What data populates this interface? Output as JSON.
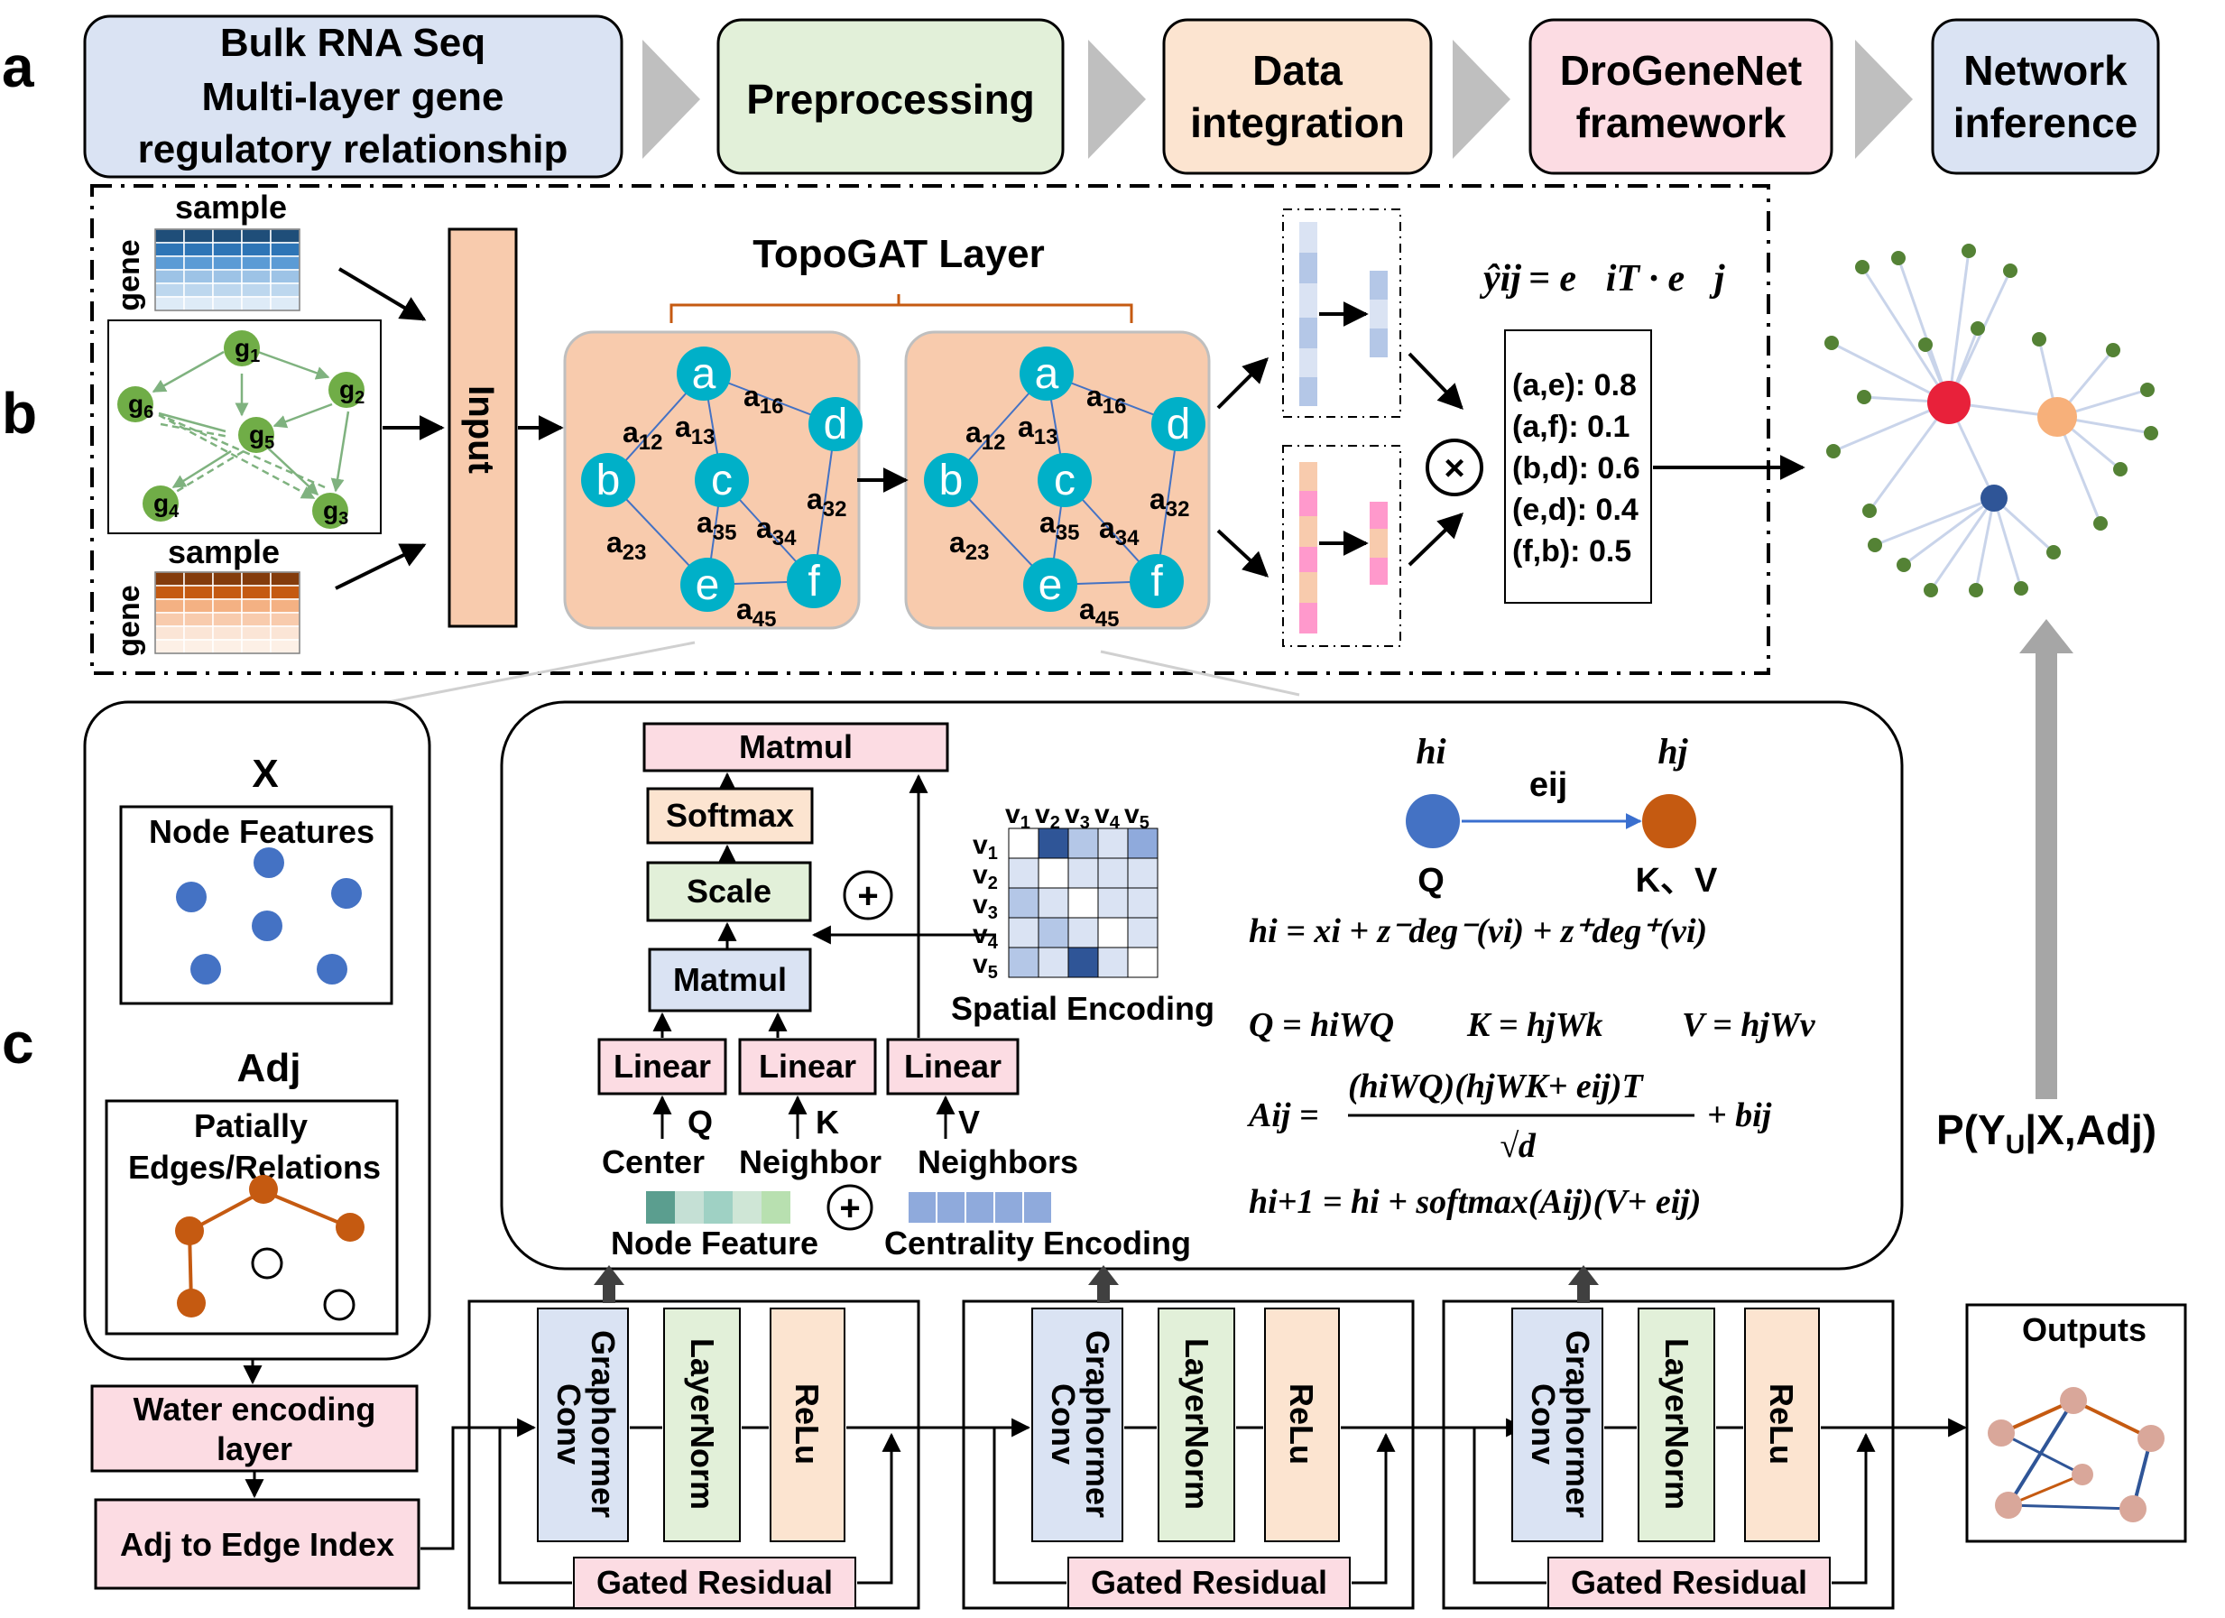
{
  "panel_labels": {
    "a": "a",
    "b": "b",
    "c": "c"
  },
  "pipeline": {
    "step1_line1": "Bulk RNA Seq",
    "step1_line2": "Multi-layer gene",
    "step1_line3": "regulatory relationship",
    "step2": "Preprocessing",
    "step3_line1": "Data",
    "step3_line2": "integration",
    "step4_line1": "DroGeneNet",
    "step4_line2": "framework",
    "step5_line1": "Network",
    "step5_line2": "inference",
    "colors": {
      "step1": "#dae3f3",
      "step2": "#e2f0d9",
      "step3": "#fce4d0",
      "step4": "#fcdce3",
      "step5": "#dae3f3"
    }
  },
  "panel_b": {
    "sample_label": "sample",
    "gene_label": "gene",
    "input_label": "Input",
    "topogat_title": "TopoGAT Layer",
    "gene_nodes": [
      "g1",
      "g2",
      "g3",
      "g4",
      "g5",
      "g6"
    ],
    "graph_nodes": [
      "a",
      "b",
      "c",
      "d",
      "e",
      "f"
    ],
    "edge_labels": [
      "a12",
      "a13",
      "a16",
      "a23",
      "a32",
      "a34",
      "a35",
      "a45"
    ],
    "formula_lhs": "ŷij",
    "formula_rhs": "= e⃗iT · e⃗j",
    "scores": [
      "(a,e): 0.8",
      "(a,f): 0.1",
      "(b,d): 0.6",
      "(e,d): 0.4",
      "(f,b): 0.5"
    ],
    "multiply_symbol": "×"
  },
  "panel_c_left": {
    "x_title": "X",
    "node_features": "Node Features",
    "adj_title": "Adj",
    "edges_line1": "Patially",
    "edges_line2": "Edges/Relations",
    "water_line1": "Water encoding",
    "water_line2": "layer",
    "adj_edge_index": "Adj to Edge Index"
  },
  "attention": {
    "matmul_top": "Matmul",
    "softmax": "Softmax",
    "scale": "Scale",
    "matmul_bottom": "Matmul",
    "linear": "Linear",
    "q": "Q",
    "k": "K",
    "v": "V",
    "center": "Center",
    "neighbor": "Neighbor",
    "neighbors": "Neighbors",
    "node_feature": "Node Feature",
    "centrality": "Centrality Encoding",
    "spatial": "Spatial Encoding",
    "plus": "+",
    "v_labels": [
      "v1",
      "v2",
      "v3",
      "v4",
      "v5"
    ]
  },
  "equations": {
    "hi": "hi",
    "hj": "hj",
    "eij": "eij",
    "q_label": "Q",
    "kv_label": "K、V",
    "eq1": "hi = xi + z⁻deg⁻(vi) + z⁺deg⁺(vi)",
    "eq2_q": "Q = hiWQ",
    "eq2_k": "K = hjWk",
    "eq2_v": "V = hjWv",
    "eq3_lhs": "Aij =",
    "eq3_num": "(hiWQ)(hjWK+ eij)T",
    "eq3_den": "√d",
    "eq3_tail": "+ bij",
    "eq4": "hi+1 = hi + softmax(Aij)(V+ eij)"
  },
  "blocks": {
    "graphormer1": "Graphormer",
    "graphormer2": "Conv",
    "layernorm": "LayerNorm",
    "relu": "ReLu",
    "gated": "Gated Residual",
    "outputs": "Outputs"
  },
  "right": {
    "prob_p": "P(Y",
    "prob_sub": "U",
    "prob_rest": "|X,Adj)"
  }
}
